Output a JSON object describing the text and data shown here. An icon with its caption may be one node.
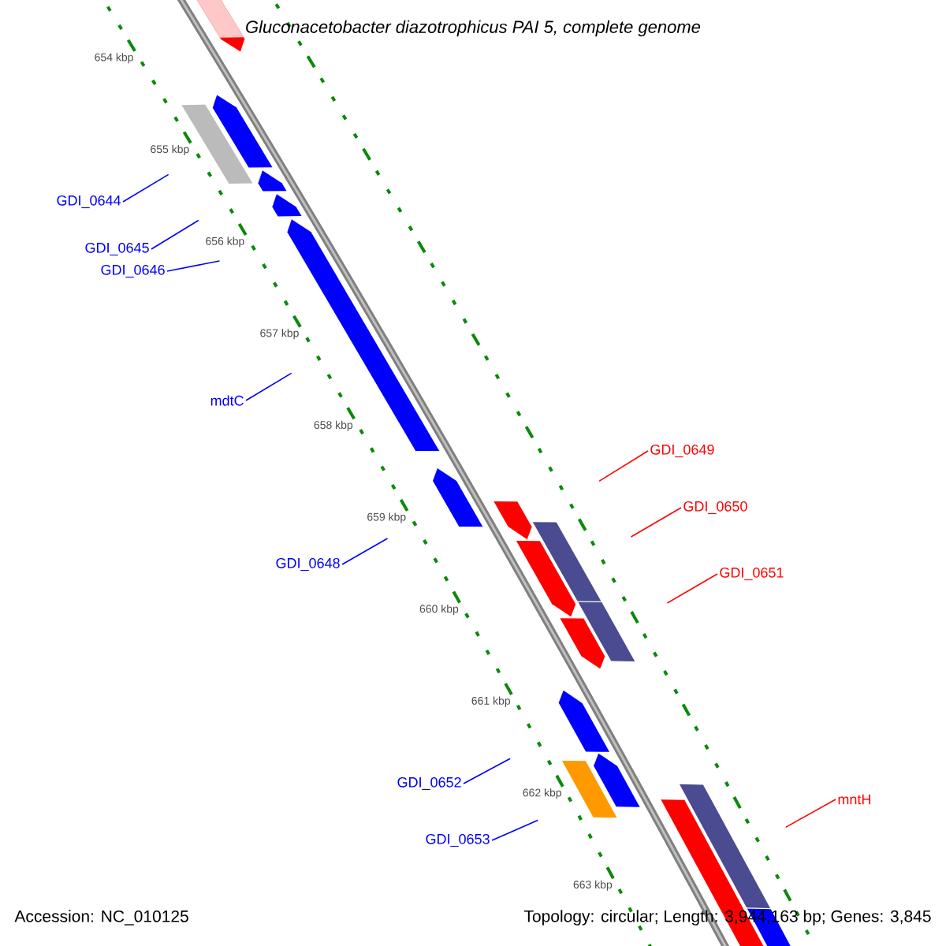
{
  "diagram": {
    "title": "Gluconacetobacter diazotrophicus PAI 5, complete genome",
    "nodes": [
      {
        "text": [
          "GDI_0644"
        ]
      },
      {
        "text": [
          "GDI_0645"
        ]
      },
      {
        "text": [
          "GDI_0646"
        ]
      },
      {
        "text": [
          "mdtC"
        ]
      },
      {
        "text": [
          "GDI_0649"
        ]
      },
      {
        "text": [
          "GDI_0650"
        ]
      },
      {
        "text": [
          "GDI_0648"
        ]
      },
      {
        "text": [
          "GDI_0651"
        ]
      },
      {
        "text": [
          "GDI_0652"
        ]
      },
      {
        "text": [
          "mntH"
        ]
      },
      {
        "text": [
          "GDI_0653"
        ]
      }
    ],
    "edges": [
      {
        "from": 0,
        "to": null,
        "arrow": "none",
        "color": "#0000ff"
      },
      {
        "from": 1,
        "to": null,
        "arrow": "none",
        "color": "#0000ff"
      },
      {
        "from": 2,
        "to": null,
        "arrow": "none",
        "color": "#0000ff"
      },
      {
        "from": 3,
        "to": null,
        "arrow": "none",
        "color": "#0000ff"
      },
      {
        "from": 4,
        "to": null,
        "arrow": "none",
        "color": "#ff0000"
      },
      {
        "from": 5,
        "to": null,
        "arrow": "none",
        "color": "#ff0000"
      },
      {
        "from": 6,
        "to": null,
        "arrow": "none",
        "color": "#0000ff"
      },
      {
        "from": 7,
        "to": null,
        "arrow": "none",
        "color": "#ff0000"
      },
      {
        "from": 8,
        "to": null,
        "arrow": "none",
        "color": "#0000ff"
      },
      {
        "from": 9,
        "to": null,
        "arrow": "none",
        "color": "#ff0000"
      },
      {
        "from": 10,
        "to": null,
        "arrow": "none",
        "color": "#0000ff"
      }
    ],
    "labels": [
      "654 kbp",
      "655 kbp",
      "656 kbp",
      "657 kbp",
      "658 kbp",
      "659 kbp",
      "660 kbp",
      "661 kbp",
      "662 kbp",
      "663 kbp",
      "Accession: NC_010125",
      "Topology: circular; Length: 3,944,163 bp; Genes: 3,845"
    ]
  }
}
